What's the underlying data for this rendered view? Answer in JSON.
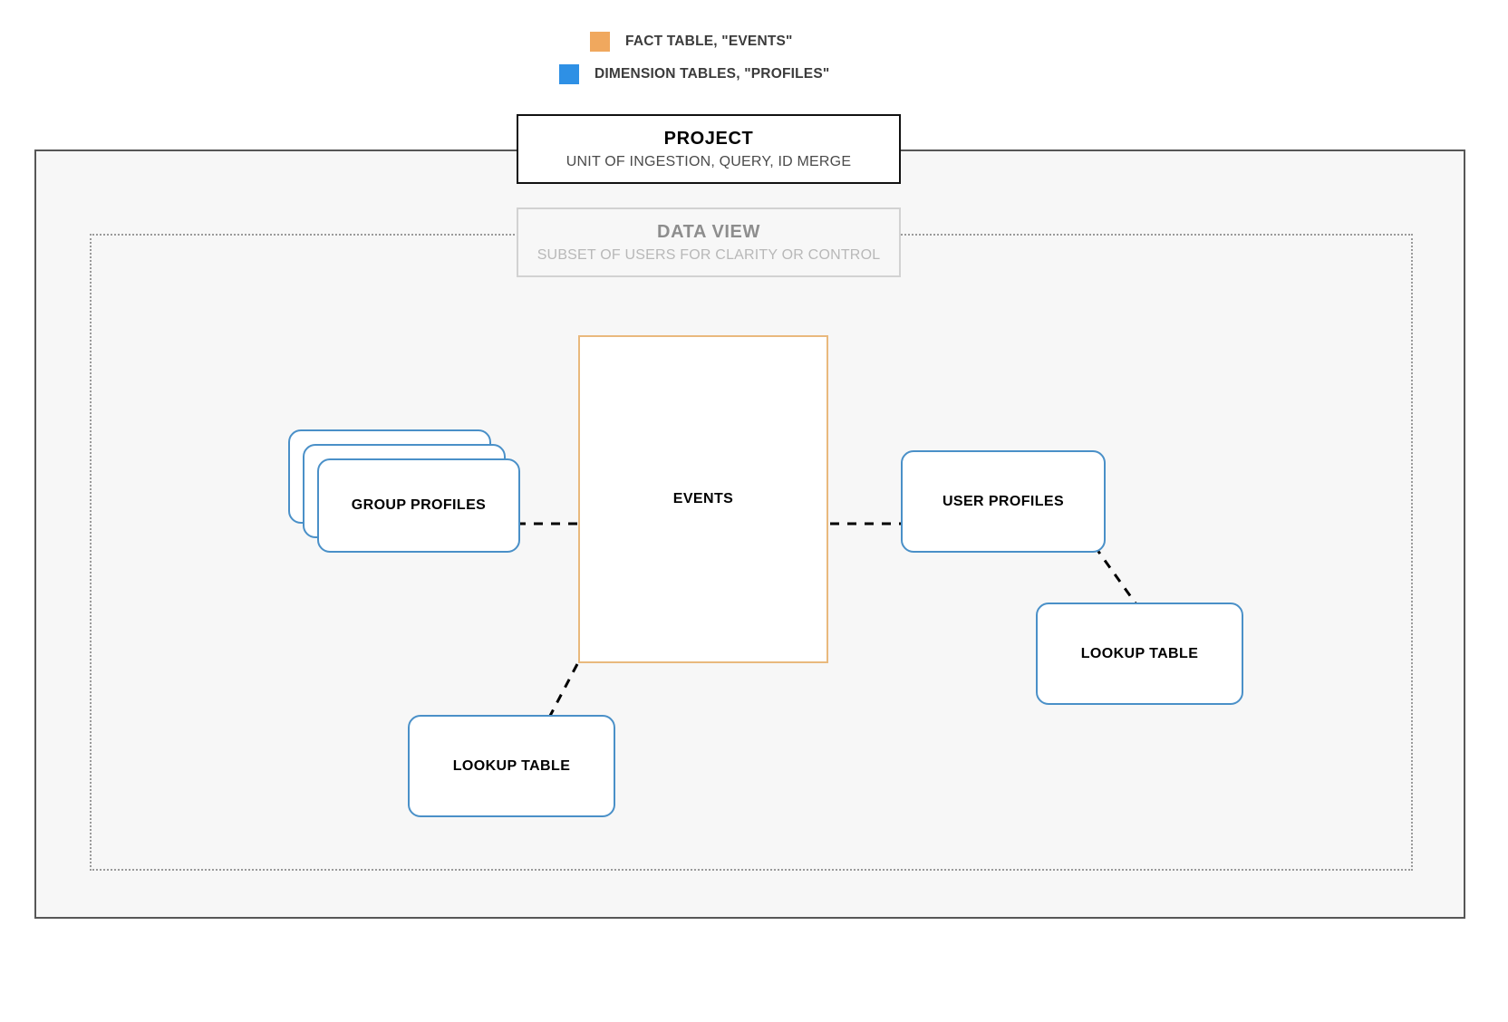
{
  "legend": {
    "items": [
      {
        "label": "FACT TABLE, \"EVENTS\"",
        "color": "#f0a85e",
        "icon": "square-swatch-icon"
      },
      {
        "label": "DIMENSION TABLES, \"PROFILES\"",
        "color": "#2e90e5",
        "icon": "square-swatch-icon"
      }
    ]
  },
  "project_card": {
    "title": "PROJECT",
    "subtitle": "UNIT OF INGESTION, QUERY, ID MERGE"
  },
  "dataview_card": {
    "title": "DATA VIEW",
    "subtitle": "SUBSET OF USERS FOR CLARITY OR CONTROL"
  },
  "nodes": {
    "events": {
      "label": "EVENTS",
      "type": "fact-table",
      "border_color": "#e9b97d"
    },
    "group_profiles": {
      "label": "GROUP PROFILES",
      "type": "dimension-table-stack",
      "border_color": "#4a90c8",
      "stack_count": 3
    },
    "user_profiles": {
      "label": "USER PROFILES",
      "type": "dimension-table",
      "border_color": "#4a90c8"
    },
    "lookup_right": {
      "label": "LOOKUP TABLE",
      "type": "dimension-table",
      "border_color": "#4a90c8"
    },
    "lookup_left": {
      "label": "LOOKUP TABLE",
      "type": "dimension-table",
      "border_color": "#4a90c8"
    }
  },
  "connections": [
    {
      "from": "group_profiles",
      "to": "events",
      "style": "dashed"
    },
    {
      "from": "events",
      "to": "user_profiles",
      "style": "dashed"
    },
    {
      "from": "user_profiles",
      "to": "lookup_right",
      "style": "dashed"
    },
    {
      "from": "events",
      "to": "lookup_left",
      "style": "dashed"
    }
  ],
  "containers": {
    "project": {
      "border_style": "solid",
      "border_color": "#575757",
      "fill": "#f7f7f7"
    },
    "data_view": {
      "border_style": "dotted",
      "border_color": "#9a9a9a",
      "fill": "transparent"
    }
  }
}
